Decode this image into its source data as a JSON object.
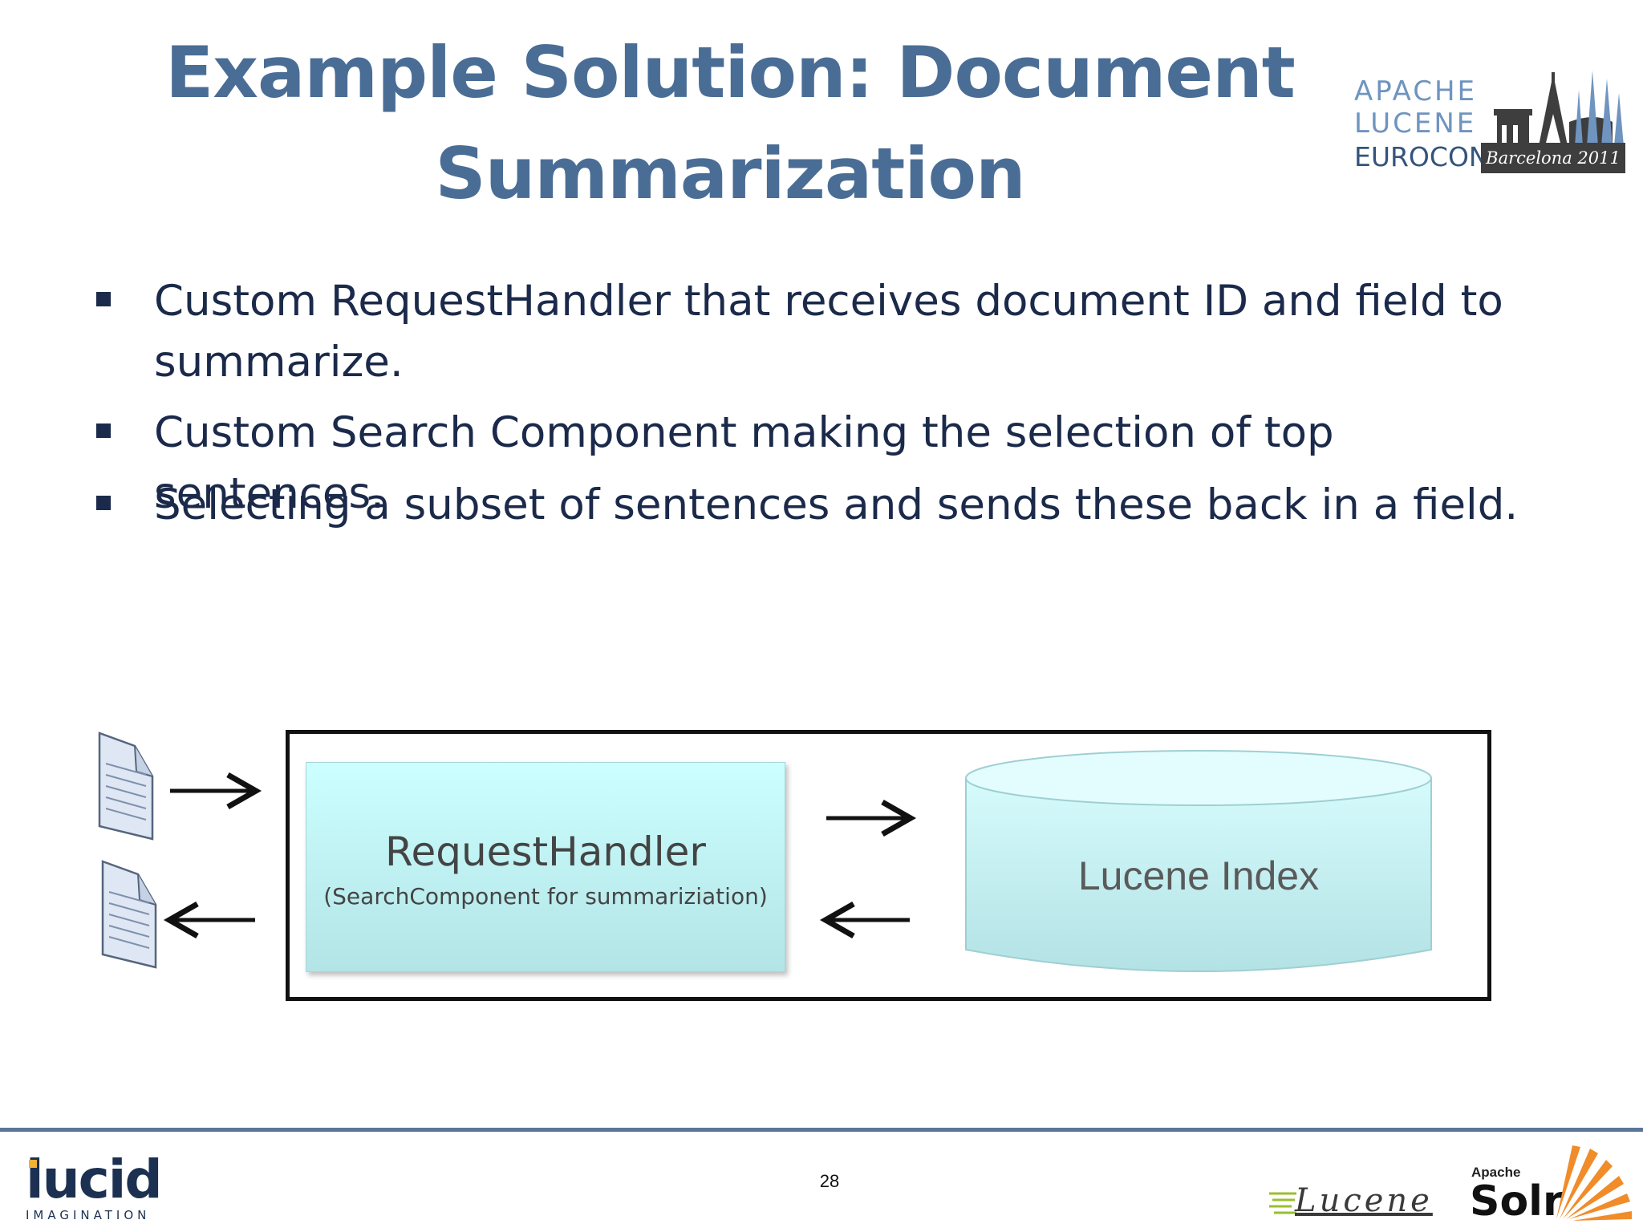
{
  "slide": {
    "title": "Example Solution: Document Summarization",
    "page_number": "28"
  },
  "bullets": [
    {
      "text": "Custom RequestHandler that receives document ID and field to summarize."
    },
    {
      "text": "Custom Search Component making the selection of top sentences."
    },
    {
      "text": "Selecting a subset of sentences and sends these back in a field."
    }
  ],
  "diagram": {
    "request_handler": {
      "title": "RequestHandler",
      "subtitle": "(SearchComponent for summariziation)"
    },
    "index": {
      "label": "Lucene Index"
    }
  },
  "conference_logo": {
    "line1": "APACHE",
    "line2": "LUCENE",
    "line3": "EUROCON",
    "badge": "Barcelona 2011"
  },
  "footer": {
    "left_logo": {
      "word": "lucid",
      "sub": "IMAGINATION"
    },
    "right_logo": {
      "lucene": "Lucene",
      "apache": "Apache",
      "solr": "Solr"
    }
  },
  "colors": {
    "title": "#4a6d95",
    "body_text": "#1b2a4a",
    "box_fill": "#c4f6f8",
    "footer_rule": "#5b7599"
  }
}
